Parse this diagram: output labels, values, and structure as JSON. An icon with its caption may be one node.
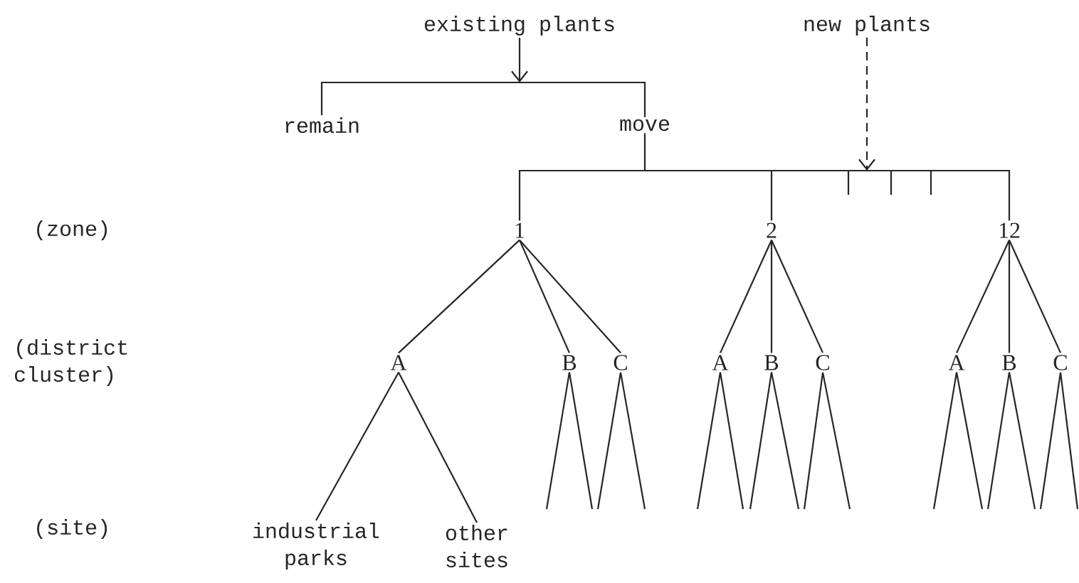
{
  "diagram": {
    "nodes": [
      {
        "text": [
          "existing plants"
        ]
      },
      {
        "text": [
          "remain"
        ]
      },
      {
        "text": [
          "move"
        ]
      },
      {
        "text": [
          "new plants"
        ]
      },
      {
        "text": [
          "1"
        ]
      },
      {
        "text": [
          "2"
        ]
      },
      {
        "text": [
          "12"
        ]
      },
      {
        "text": [
          "A"
        ]
      },
      {
        "text": [
          "B"
        ]
      },
      {
        "text": [
          "C"
        ]
      },
      {
        "text": [
          "A"
        ]
      },
      {
        "text": [
          "B"
        ]
      },
      {
        "text": [
          "C"
        ]
      },
      {
        "text": [
          "A"
        ]
      },
      {
        "text": [
          "B"
        ]
      },
      {
        "text": [
          "C"
        ]
      },
      {
        "text": [
          "industrial parks"
        ]
      },
      {
        "text": [
          "other sites"
        ]
      }
    ],
    "edges": [
      {
        "from": 0,
        "to": null,
        "arrow": "to"
      },
      {
        "from": 1,
        "to": 2,
        "arrow": "none"
      },
      {
        "from": 2,
        "to": 4,
        "arrow": "none"
      },
      {
        "from": 2,
        "to": 5,
        "arrow": "none"
      },
      {
        "from": 2,
        "to": 6,
        "arrow": "none"
      },
      {
        "from": 2,
        "to": null,
        "arrow": "none"
      },
      {
        "from": 2,
        "to": null,
        "arrow": "none"
      },
      {
        "from": 2,
        "to": null,
        "arrow": "none"
      },
      {
        "from": 3,
        "to": null,
        "arrow": "to",
        "style": "dashed"
      },
      {
        "from": 4,
        "to": 7,
        "arrow": "none"
      },
      {
        "from": 4,
        "to": 8,
        "arrow": "none"
      },
      {
        "from": 4,
        "to": 9,
        "arrow": "none"
      },
      {
        "from": 5,
        "to": 10,
        "arrow": "none"
      },
      {
        "from": 5,
        "to": 11,
        "arrow": "none"
      },
      {
        "from": 5,
        "to": 12,
        "arrow": "none"
      },
      {
        "from": 6,
        "to": 13,
        "arrow": "none"
      },
      {
        "from": 6,
        "to": 14,
        "arrow": "none"
      },
      {
        "from": 6,
        "to": 15,
        "arrow": "none"
      },
      {
        "from": 7,
        "to": 16,
        "arrow": "none"
      },
      {
        "from": 7,
        "to": 17,
        "arrow": "none"
      },
      {
        "from": 8,
        "to": null,
        "arrow": "none"
      },
      {
        "from": 8,
        "to": null,
        "arrow": "none"
      },
      {
        "from": 9,
        "to": null,
        "arrow": "none"
      },
      {
        "from": 9,
        "to": null,
        "arrow": "none"
      },
      {
        "from": 10,
        "to": null,
        "arrow": "none"
      },
      {
        "from": 10,
        "to": null,
        "arrow": "none"
      },
      {
        "from": 11,
        "to": null,
        "arrow": "none"
      },
      {
        "from": 11,
        "to": null,
        "arrow": "none"
      },
      {
        "from": 12,
        "to": null,
        "arrow": "none"
      },
      {
        "from": 12,
        "to": null,
        "arrow": "none"
      },
      {
        "from": 13,
        "to": null,
        "arrow": "none"
      },
      {
        "from": 13,
        "to": null,
        "arrow": "none"
      },
      {
        "from": 14,
        "to": null,
        "arrow": "none"
      },
      {
        "from": 14,
        "to": null,
        "arrow": "none"
      },
      {
        "from": 15,
        "to": null,
        "arrow": "none"
      },
      {
        "from": 15,
        "to": null,
        "arrow": "none"
      }
    ],
    "labels": [
      "(zone)",
      "(district cluster)",
      "(site)"
    ]
  }
}
